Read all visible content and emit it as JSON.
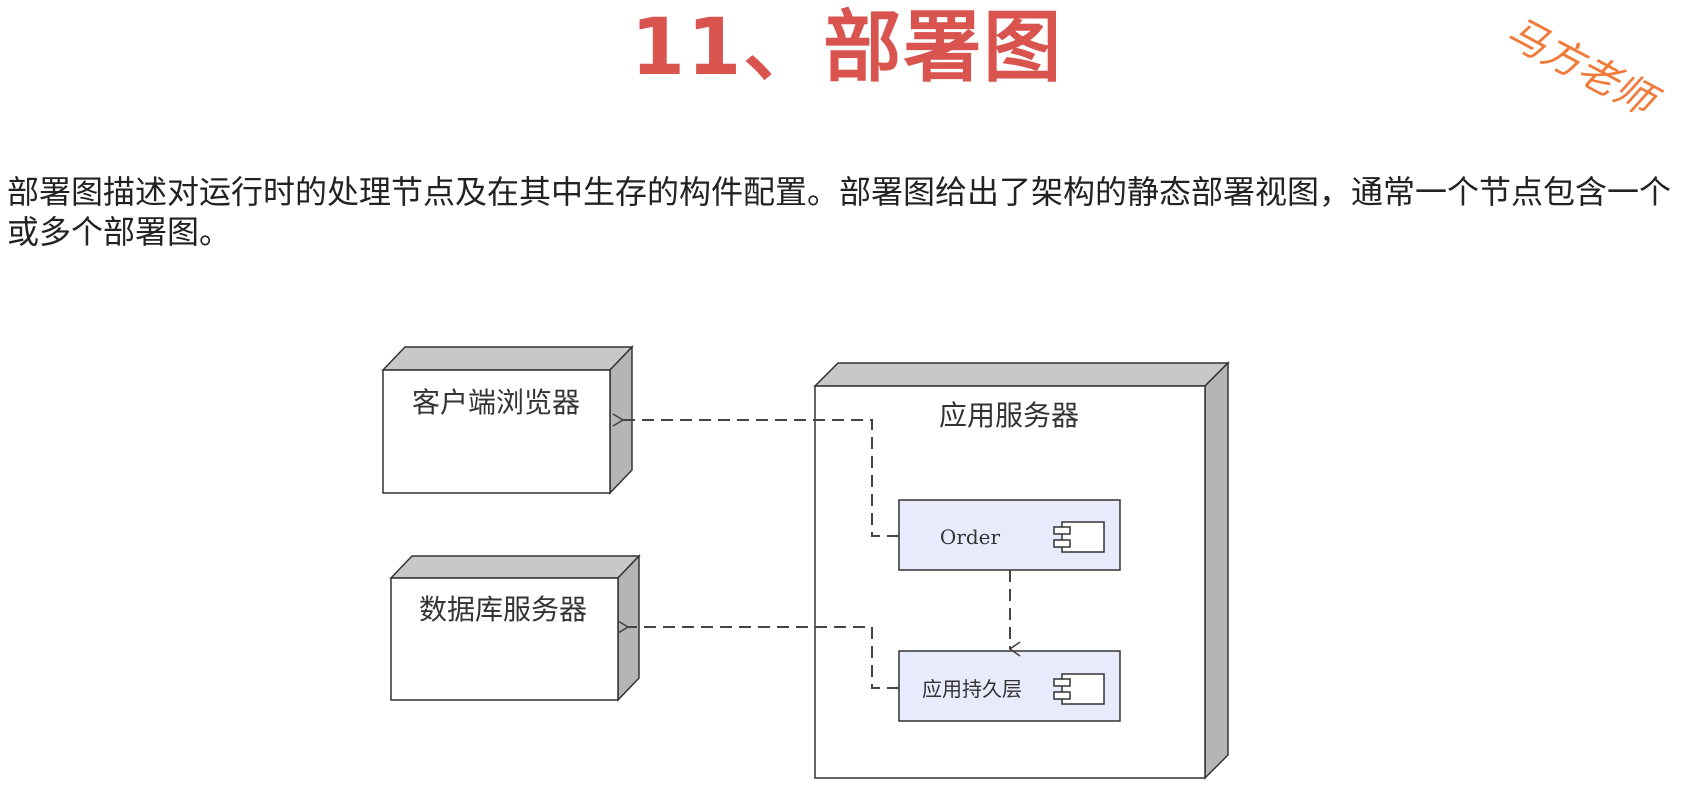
{
  "slide": {
    "title": "11、部署图",
    "watermark": "马方老师",
    "description": "部署图描述对运行时的处理节点及在其中生存的构件配置。部署图给出了架构的静态部署视图，通常一个节点包含一个或多个部署图。"
  },
  "diagram": {
    "nodes": {
      "client_browser": "客户端浏览器",
      "db_server": "数据库服务器",
      "app_server": "应用服务器"
    },
    "components": {
      "order": "Order",
      "persistence": "应用持久层"
    }
  },
  "colors": {
    "title": "#d9534f",
    "watermark": "#f07a3a",
    "component_fill": "#e8ebfb",
    "node_side": "#c8c8c8"
  }
}
